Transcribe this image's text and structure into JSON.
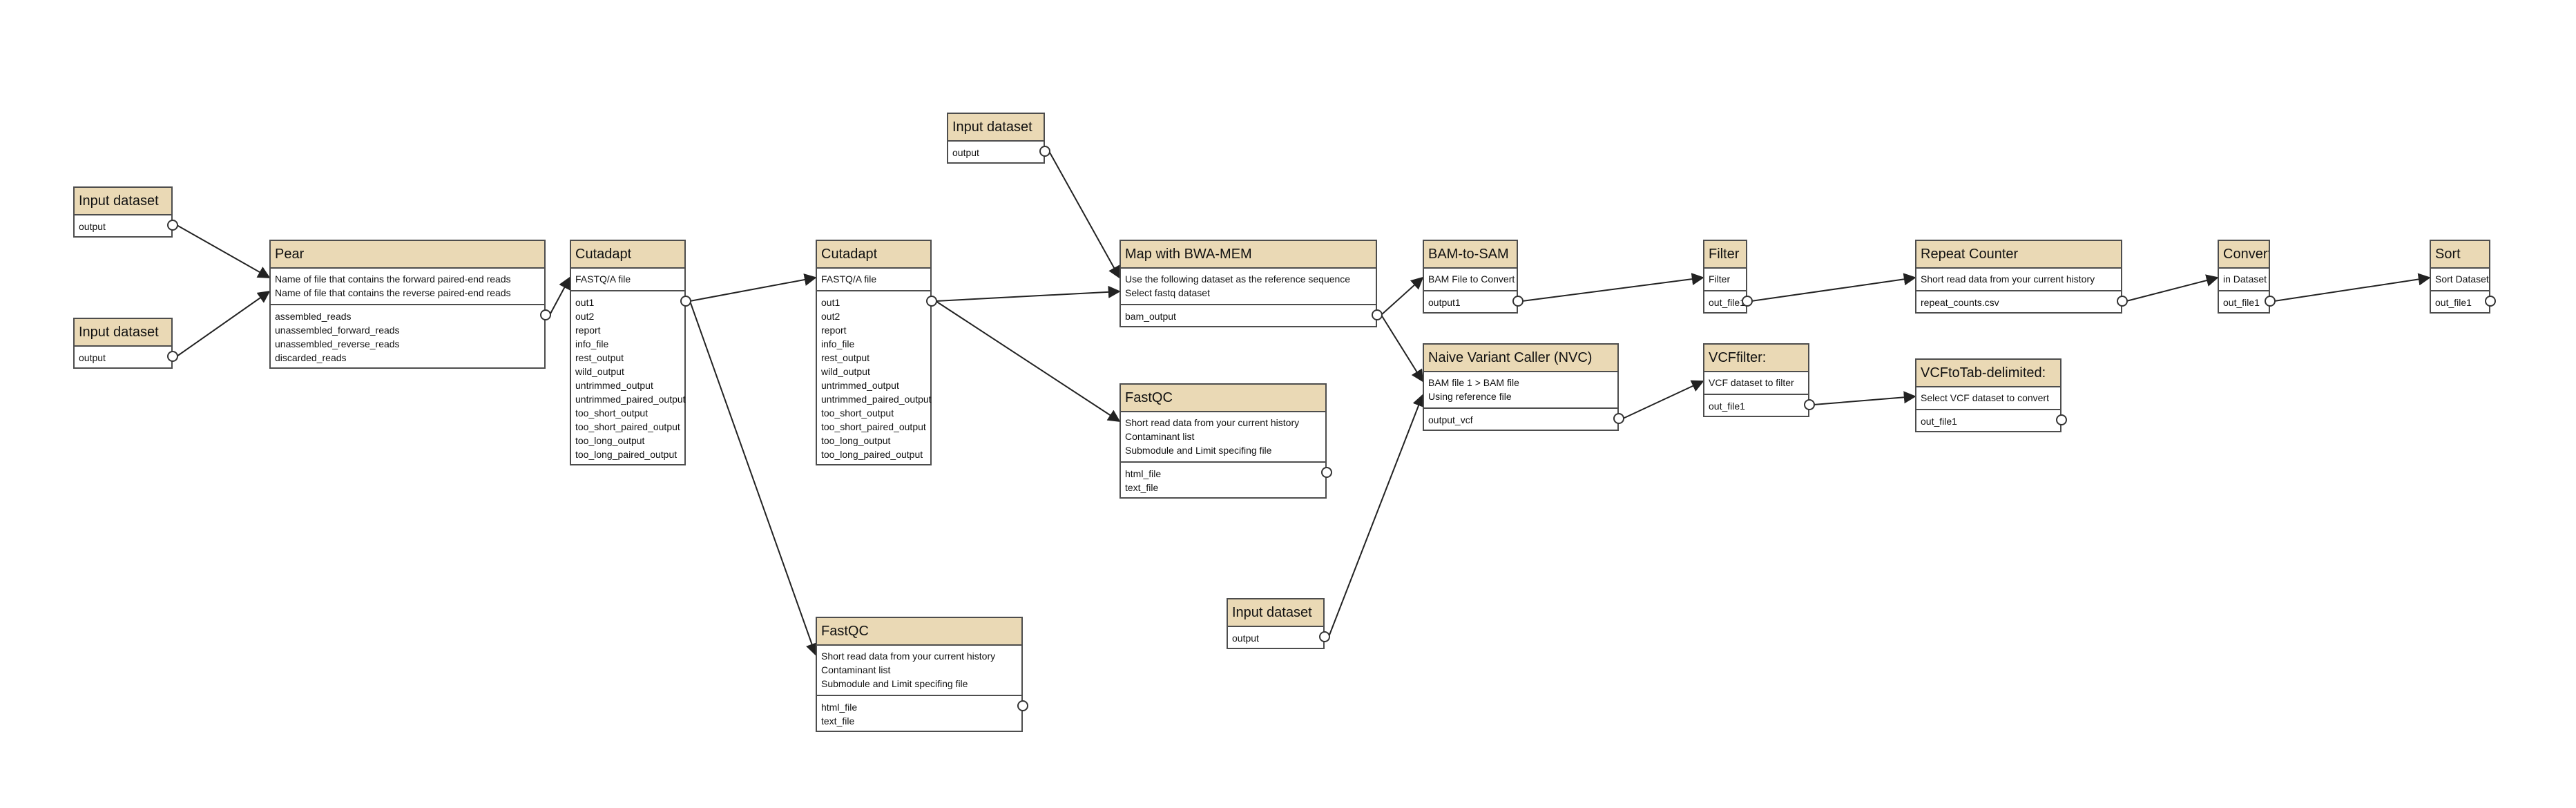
{
  "nodes": [
    {
      "id": "input1",
      "title": "Input dataset",
      "inputs": [],
      "outputs": [
        "output"
      ]
    },
    {
      "id": "input2",
      "title": "Input dataset",
      "inputs": [],
      "outputs": [
        "output"
      ]
    },
    {
      "id": "pear",
      "title": "Pear",
      "inputs": [
        "Name of file that contains the forward paired-end reads",
        "Name of file that contains the reverse paired-end reads"
      ],
      "outputs": [
        "assembled_reads",
        "unassembled_forward_reads",
        "unassembled_reverse_reads",
        "discarded_reads"
      ]
    },
    {
      "id": "cutadapt1",
      "title": "Cutadapt",
      "inputs": [
        "FASTQ/A file"
      ],
      "outputs": [
        "out1",
        "out2",
        "report",
        "info_file",
        "rest_output",
        "wild_output",
        "untrimmed_output",
        "untrimmed_paired_output",
        "too_short_output",
        "too_short_paired_output",
        "too_long_output",
        "too_long_paired_output"
      ]
    },
    {
      "id": "cutadapt2",
      "title": "Cutadapt",
      "inputs": [
        "FASTQ/A file"
      ],
      "outputs": [
        "out1",
        "out2",
        "report",
        "info_file",
        "rest_output",
        "wild_output",
        "untrimmed_output",
        "untrimmed_paired_output",
        "too_short_output",
        "too_short_paired_output",
        "too_long_output",
        "too_long_paired_output"
      ]
    },
    {
      "id": "fastqc_bottom",
      "title": "FastQC",
      "inputs": [
        "Short read data from your current history",
        "Contaminant list",
        "Submodule and Limit specifing file"
      ],
      "outputs": [
        "html_file",
        "text_file"
      ]
    },
    {
      "id": "input_top",
      "title": "Input dataset",
      "inputs": [],
      "outputs": [
        "output"
      ]
    },
    {
      "id": "bwa",
      "title": "Map with BWA-MEM",
      "inputs": [
        "Use the following dataset as the reference sequence",
        "Select fastq dataset"
      ],
      "outputs": [
        "bam_output"
      ]
    },
    {
      "id": "fastqc_mid",
      "title": "FastQC",
      "inputs": [
        "Short read data from your current history",
        "Contaminant list",
        "Submodule and Limit specifing file"
      ],
      "outputs": [
        "html_file",
        "text_file"
      ]
    },
    {
      "id": "input_bottom",
      "title": "Input dataset",
      "inputs": [],
      "outputs": [
        "output"
      ]
    },
    {
      "id": "bam2sam",
      "title": "BAM-to-SAM",
      "inputs": [
        "BAM File to Convert"
      ],
      "outputs": [
        "output1"
      ]
    },
    {
      "id": "nvc",
      "title": "Naive Variant Caller (NVC)",
      "inputs": [
        "BAM file 1 > BAM file",
        "Using reference file"
      ],
      "outputs": [
        "output_vcf"
      ]
    },
    {
      "id": "filter",
      "title": "Filter",
      "inputs": [
        "Filter"
      ],
      "outputs": [
        "out_file1"
      ]
    },
    {
      "id": "vcffilter",
      "title": "VCFfilter:",
      "inputs": [
        "VCF dataset to filter"
      ],
      "outputs": [
        "out_file1"
      ]
    },
    {
      "id": "repeat",
      "title": "Repeat Counter",
      "inputs": [
        "Short read data from your current history"
      ],
      "outputs": [
        "repeat_counts.csv"
      ]
    },
    {
      "id": "vcftotab",
      "title": "VCFtoTab-delimited:",
      "inputs": [
        "Select VCF dataset to convert"
      ],
      "outputs": [
        "out_file1"
      ]
    },
    {
      "id": "convert",
      "title": "Convert",
      "inputs": [
        "in Dataset"
      ],
      "outputs": [
        "out_file1"
      ]
    },
    {
      "id": "sort",
      "title": "Sort",
      "inputs": [
        "Sort Dataset"
      ],
      "outputs": [
        "out_file1"
      ]
    }
  ],
  "connections": [
    {
      "from": "input1",
      "from_output": 0,
      "to": "pear",
      "to_input": 0
    },
    {
      "from": "input2",
      "from_output": 0,
      "to": "pear",
      "to_input": 1
    },
    {
      "from": "pear",
      "from_output": 0,
      "to": "cutadapt1",
      "to_input": 0
    },
    {
      "from": "cutadapt1",
      "from_output": 0,
      "to": "cutadapt2",
      "to_input": 0
    },
    {
      "from": "cutadapt1",
      "from_output": 0,
      "to": "fastqc_bottom",
      "to_input": 0
    },
    {
      "from": "input_top",
      "from_output": 0,
      "to": "bwa",
      "to_input": 0
    },
    {
      "from": "cutadapt2",
      "from_output": 0,
      "to": "bwa",
      "to_input": 1
    },
    {
      "from": "cutadapt2",
      "from_output": 0,
      "to": "fastqc_mid",
      "to_input": 0
    },
    {
      "from": "bwa",
      "from_output": 0,
      "to": "bam2sam",
      "to_input": 0
    },
    {
      "from": "bwa",
      "from_output": 0,
      "to": "nvc",
      "to_input": 0
    },
    {
      "from": "input_bottom",
      "from_output": 0,
      "to": "nvc",
      "to_input": 1
    },
    {
      "from": "bam2sam",
      "from_output": 0,
      "to": "filter",
      "to_input": 0
    },
    {
      "from": "filter",
      "from_output": 0,
      "to": "repeat",
      "to_input": 0
    },
    {
      "from": "repeat",
      "from_output": 0,
      "to": "convert",
      "to_input": 0
    },
    {
      "from": "convert",
      "from_output": 0,
      "to": "sort",
      "to_input": 0
    },
    {
      "from": "nvc",
      "from_output": 0,
      "to": "vcffilter",
      "to_input": 0
    },
    {
      "from": "vcffilter",
      "from_output": 0,
      "to": "vcftotab",
      "to_input": 0
    }
  ]
}
